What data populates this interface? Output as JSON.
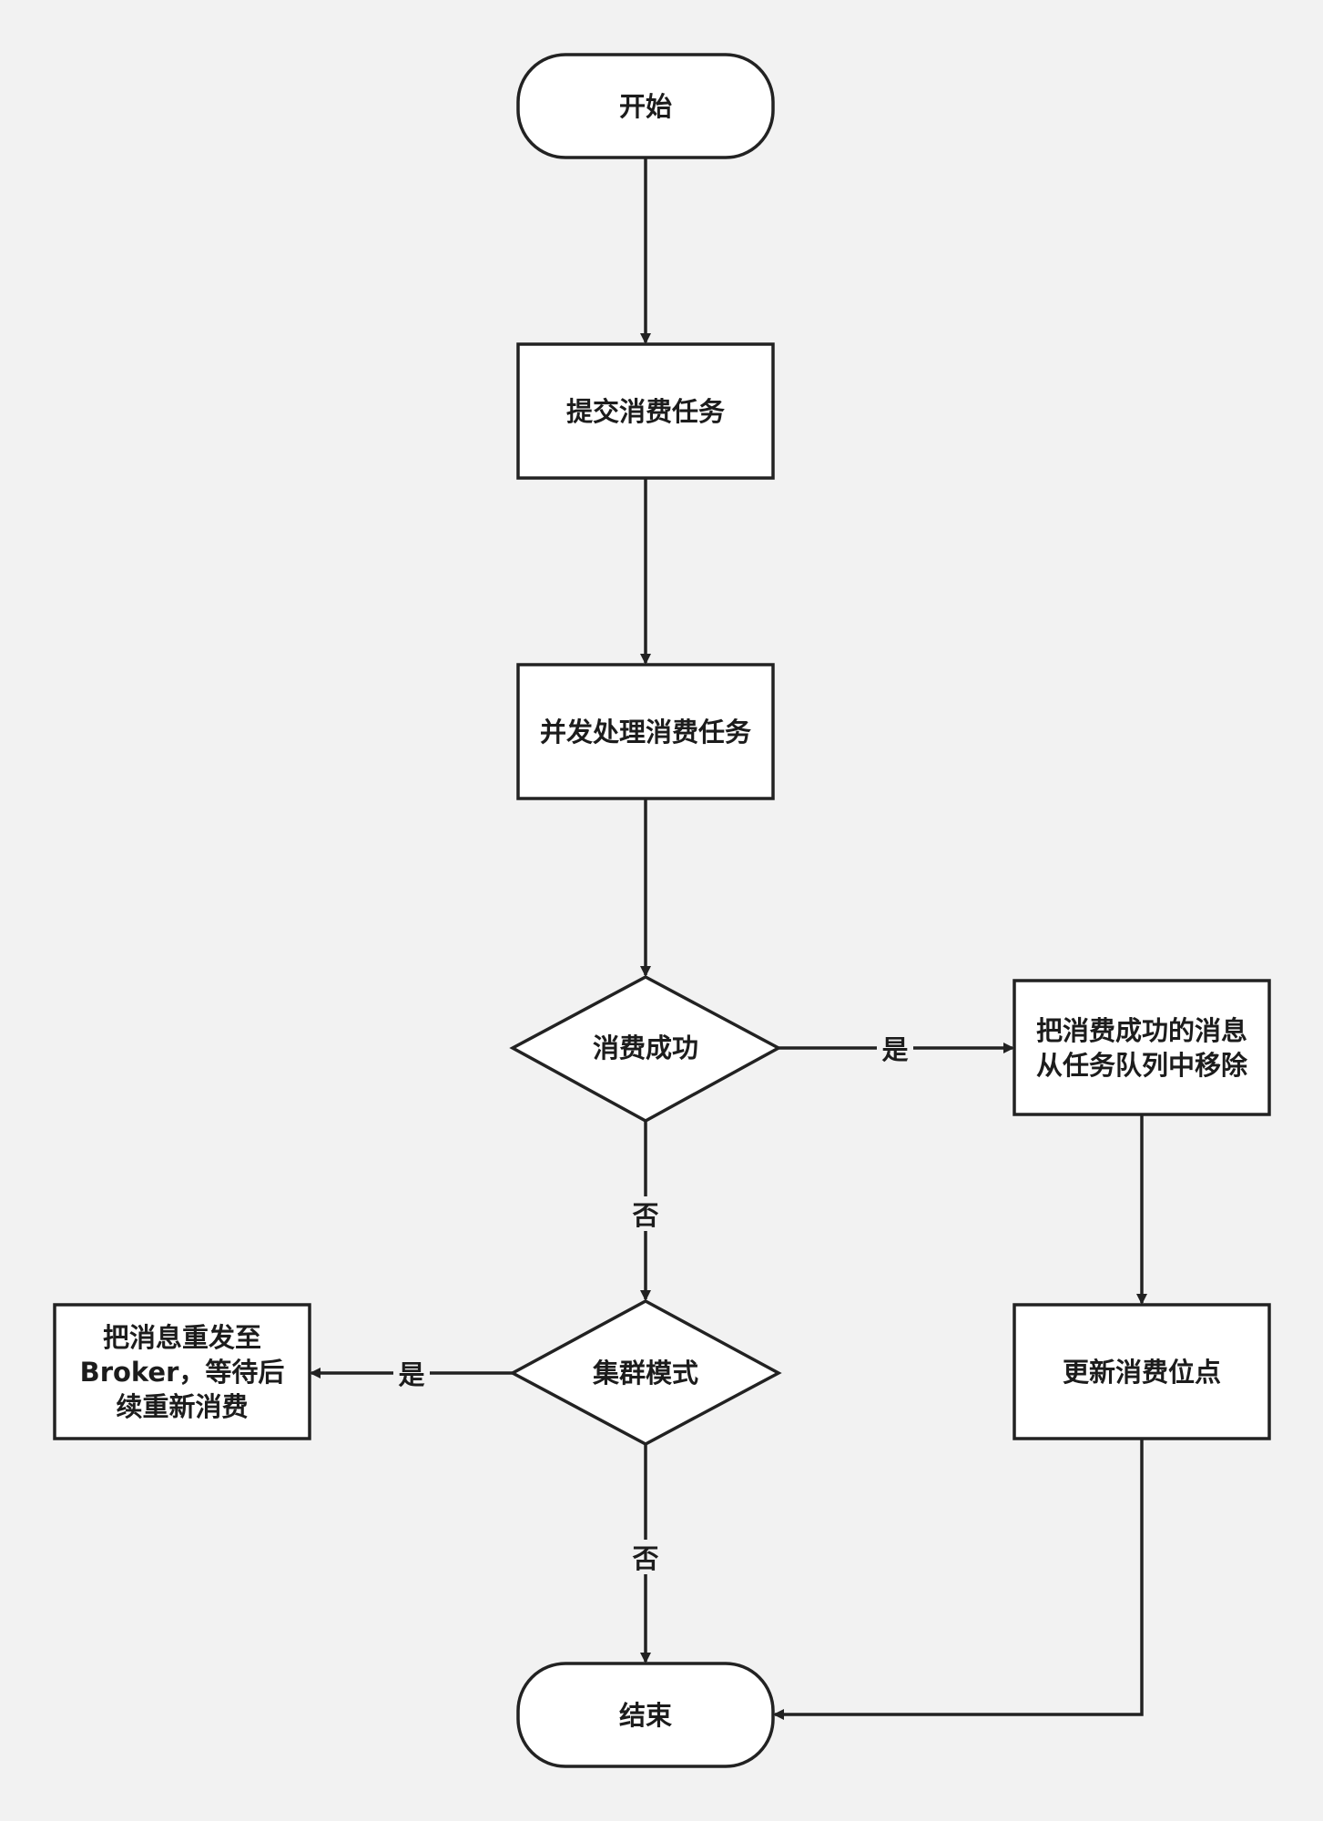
{
  "nodes": {
    "start": "开始",
    "submit": "提交消费任务",
    "process": "并发处理消费任务",
    "success_check": "消费成功",
    "remove": "把消费成功的消息从任务队列中移除",
    "cluster_check": "集群模式",
    "resend": "把消息重发至Broker，等待后续重新消费",
    "update_offset": "更新消费位点",
    "end": "结束"
  },
  "edges": {
    "success_yes": "是",
    "success_no": "否",
    "cluster_yes": "是",
    "cluster_no": "否"
  }
}
